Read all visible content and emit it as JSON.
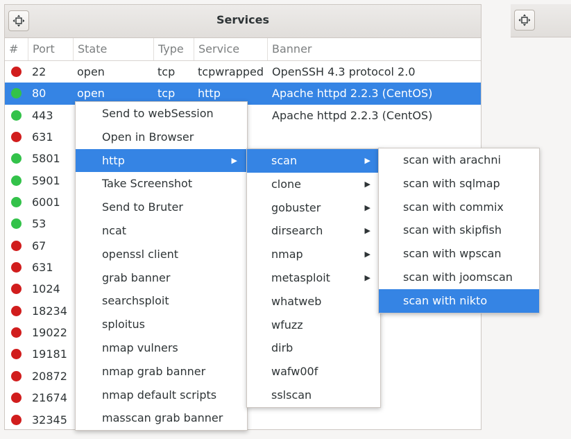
{
  "services_panel": {
    "title": "Services",
    "columns": [
      "#",
      "Port",
      "State",
      "Type",
      "Service",
      "Banner"
    ],
    "rows": [
      {
        "status": "red",
        "port": "22",
        "state": "open",
        "type": "tcp",
        "service": "tcpwrapped",
        "banner": "OpenSSH 4.3 protocol 2.0"
      },
      {
        "status": "green",
        "port": "80",
        "state": "open",
        "type": "tcp",
        "service": "http",
        "banner": "Apache httpd 2.2.3 (CentOS)",
        "selected": true
      },
      {
        "status": "green",
        "port": "443",
        "state": "",
        "type": "",
        "service": "",
        "banner": "Apache httpd 2.2.3 (CentOS)"
      },
      {
        "status": "red",
        "port": "631",
        "state": "",
        "type": "",
        "service": "",
        "banner": ""
      },
      {
        "status": "green",
        "port": "5801",
        "state": "",
        "type": "",
        "service": "",
        "banner": ""
      },
      {
        "status": "green",
        "port": "5901",
        "state": "",
        "type": "",
        "service": "",
        "banner": ""
      },
      {
        "status": "green",
        "port": "6001",
        "state": "",
        "type": "",
        "service": "",
        "banner": ""
      },
      {
        "status": "green",
        "port": "53",
        "state": "",
        "type": "",
        "service": "",
        "banner": ""
      },
      {
        "status": "red",
        "port": "67",
        "state": "",
        "type": "",
        "service": "",
        "banner": ""
      },
      {
        "status": "red",
        "port": "631",
        "state": "",
        "type": "",
        "service": "",
        "banner": ""
      },
      {
        "status": "red",
        "port": "1024",
        "state": "",
        "type": "",
        "service": "",
        "banner": ""
      },
      {
        "status": "red",
        "port": "18234",
        "state": "",
        "type": "",
        "service": "",
        "banner": ""
      },
      {
        "status": "red",
        "port": "19022",
        "state": "",
        "type": "",
        "service": "",
        "banner": ""
      },
      {
        "status": "red",
        "port": "19181",
        "state": "",
        "type": "",
        "service": "",
        "banner": ""
      },
      {
        "status": "red",
        "port": "20872",
        "state": "",
        "type": "",
        "service": "",
        "banner": ""
      },
      {
        "status": "red",
        "port": "21674",
        "state": "",
        "type": "",
        "service": "",
        "banner": ""
      },
      {
        "status": "red",
        "port": "32345",
        "state": "",
        "type": "",
        "service": "",
        "banner": ""
      }
    ]
  },
  "context_menu": {
    "items": [
      {
        "label": "Send to webSession"
      },
      {
        "label": "Open in Browser"
      },
      {
        "label": "http",
        "submenu": true,
        "highlighted": true
      },
      {
        "label": "Take Screenshot"
      },
      {
        "label": "Send to Bruter"
      },
      {
        "label": "ncat"
      },
      {
        "label": "openssl client"
      },
      {
        "label": "grab banner"
      },
      {
        "label": "searchsploit"
      },
      {
        "label": "sploitus"
      },
      {
        "label": "nmap vulners"
      },
      {
        "label": "nmap grab banner"
      },
      {
        "label": "nmap default scripts"
      },
      {
        "label": "masscan grab banner"
      }
    ]
  },
  "http_submenu": {
    "items": [
      {
        "label": "scan",
        "submenu": true,
        "highlighted": true
      },
      {
        "label": "clone",
        "submenu": true
      },
      {
        "label": "gobuster",
        "submenu": true
      },
      {
        "label": "dirsearch",
        "submenu": true
      },
      {
        "label": "nmap",
        "submenu": true
      },
      {
        "label": "metasploit",
        "submenu": true
      },
      {
        "label": "whatweb"
      },
      {
        "label": "wfuzz"
      },
      {
        "label": "dirb"
      },
      {
        "label": "wafw00f"
      },
      {
        "label": "sslscan"
      }
    ]
  },
  "scan_submenu": {
    "items": [
      {
        "label": "scan with arachni"
      },
      {
        "label": "scan with sqlmap"
      },
      {
        "label": "scan with commix"
      },
      {
        "label": "scan with skipfish"
      },
      {
        "label": "scan with wpscan"
      },
      {
        "label": "scan with joomscan"
      },
      {
        "label": "scan with nikto",
        "highlighted": true
      }
    ]
  },
  "colors": {
    "accent": "#3584e4",
    "status_open": "#33c24a",
    "status_closed": "#d11d1d"
  },
  "icons": {
    "dock": "move-dock-icon",
    "submenu": "chevron-right-icon"
  }
}
